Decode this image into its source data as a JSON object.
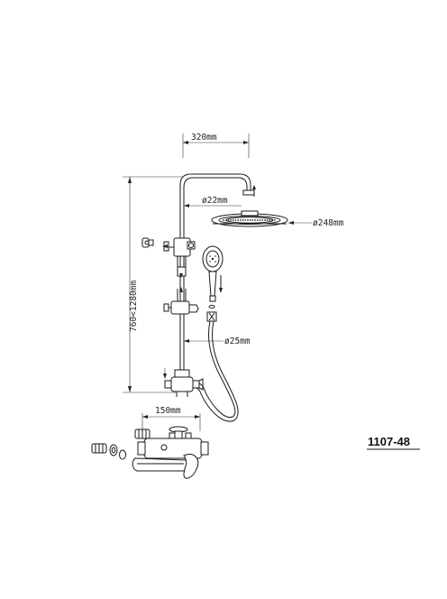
{
  "labels": {
    "arm_width": "320mm",
    "pipe_top_dia": "ø22mm",
    "head_dia": "ø248mm",
    "height_range": "760<1280mm",
    "pipe_bottom_dia": "ø25mm",
    "faucet_width": "150mm",
    "model_number": "1107-48"
  }
}
